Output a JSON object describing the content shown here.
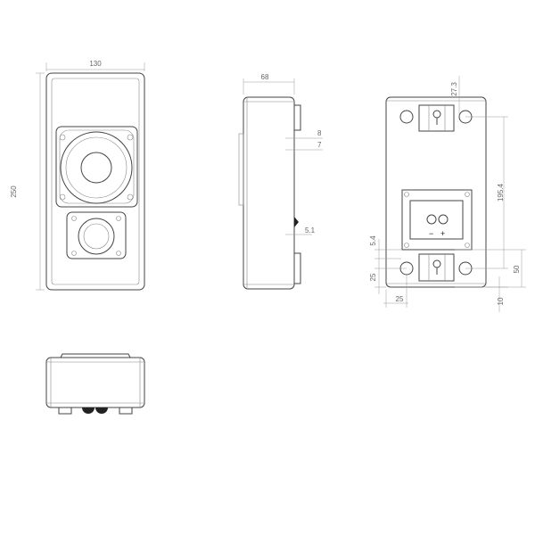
{
  "title": "Speaker dimension drawing",
  "front_view": {
    "width_label": "130",
    "height_label": "250"
  },
  "side_view": {
    "depth_label": "68",
    "dim_a": "8",
    "dim_b": "7",
    "dim_c": "5.1"
  },
  "back_view": {
    "dim_top": "27.3",
    "dim_hole_spacing": "195.4",
    "dim_small": "5.4",
    "dim_bottom_offset": "25",
    "dim_side_offset": "25",
    "dim_bracket": "50",
    "dim_edge": "10",
    "terminal_minus": "−",
    "terminal_plus": "+"
  }
}
